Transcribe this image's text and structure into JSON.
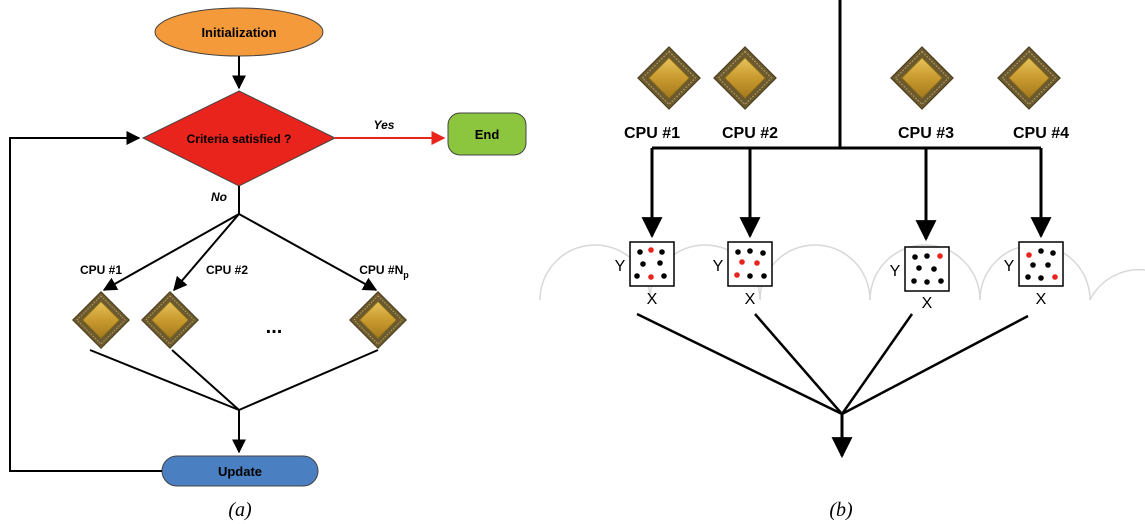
{
  "panel_a": {
    "init_label": "Initialization",
    "criteria_label": "Criteria satisfied ?",
    "yes_label": "Yes",
    "no_label": "No",
    "end_label": "End",
    "update_label": "Update",
    "cpu_labels": [
      "CPU #1",
      "CPU #2",
      "CPU #N"
    ],
    "cpu_np_subscript": "p",
    "ellipsis": "...",
    "caption": "(a)",
    "colors": {
      "init": "#f59a3a",
      "criteria": "#e8241c",
      "end": "#8cc63f",
      "update": "#4a7fc1",
      "yes_arrow": "#e8241c"
    }
  },
  "panel_b": {
    "cpu_labels": [
      "CPU #1",
      "CPU #2",
      "CPU #3",
      "CPU #4"
    ],
    "axis_y": "Y",
    "axis_x": "X",
    "caption": "(b)",
    "colors": {
      "dot_black": "#000000",
      "dot_red": "#e8241c"
    }
  }
}
